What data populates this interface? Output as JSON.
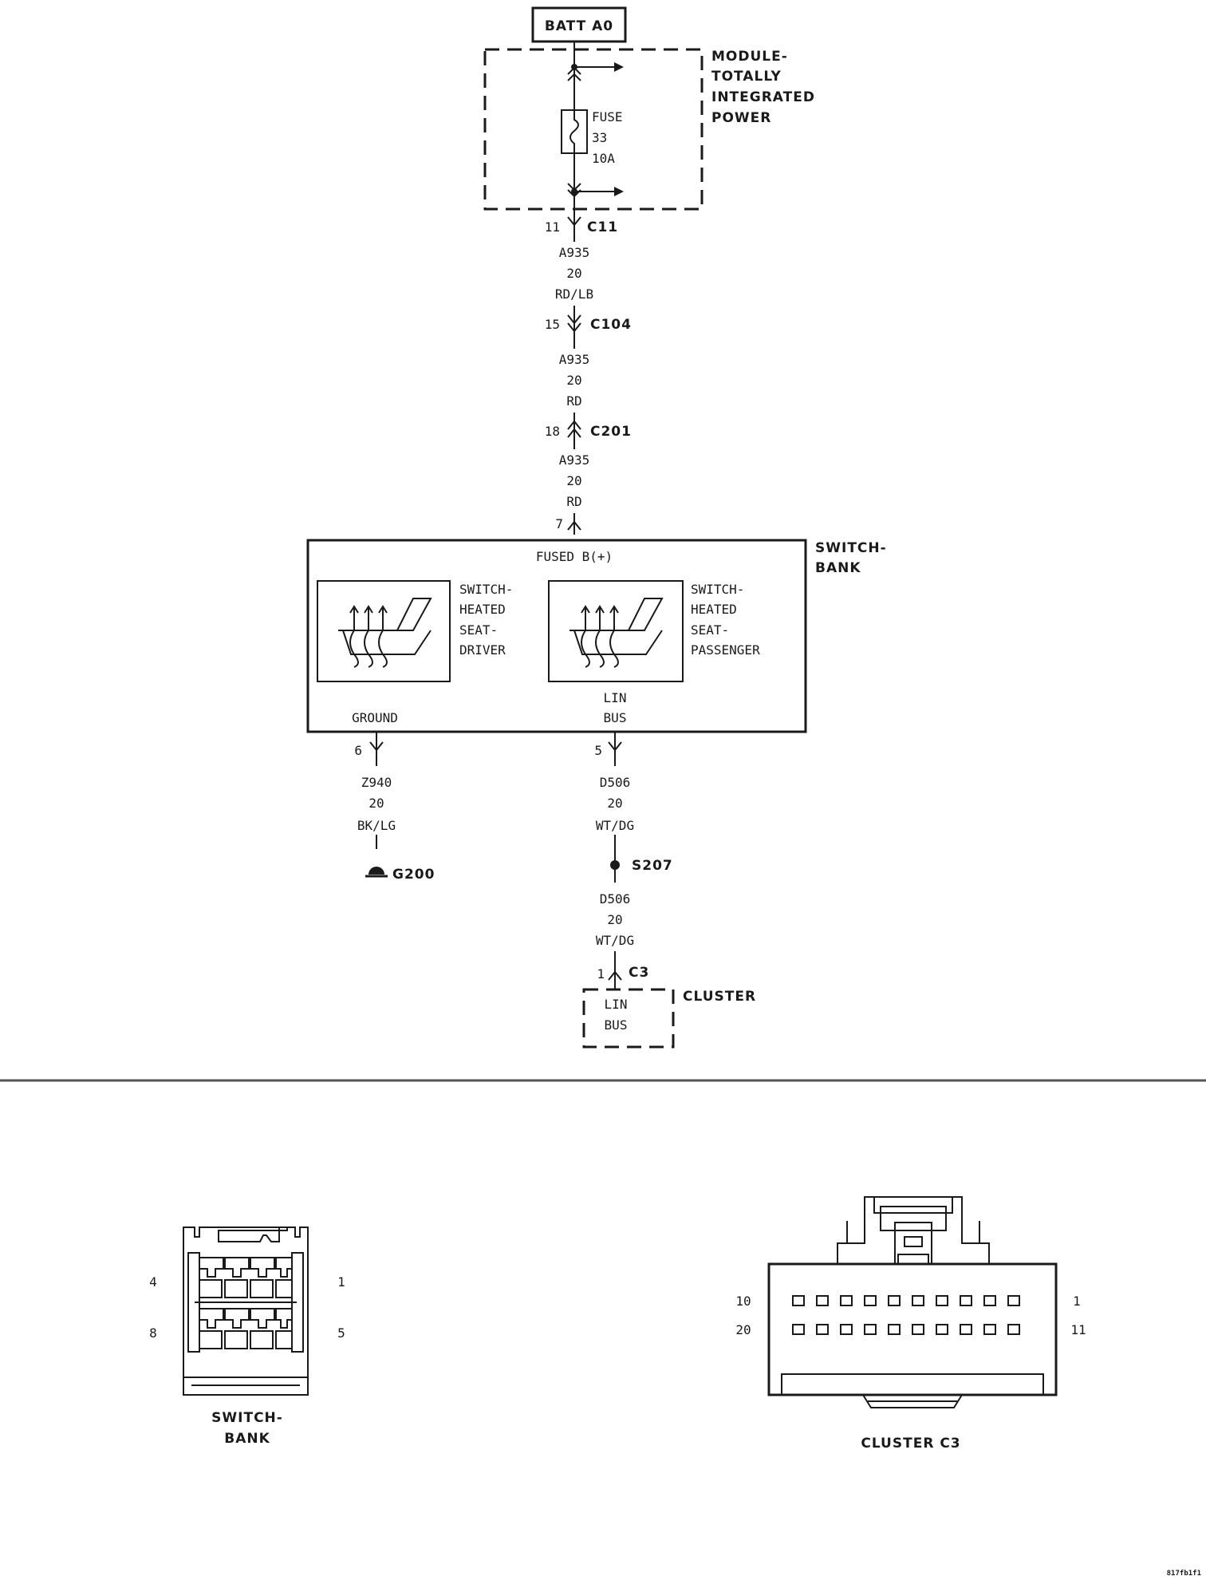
{
  "power_source": {
    "label": "BATT A0"
  },
  "tipm": {
    "title_lines": [
      "MODULE-",
      "TOTALLY",
      "INTEGRATED",
      "POWER"
    ],
    "fuse": {
      "label": "FUSE",
      "number": "33",
      "rating": "10A"
    }
  },
  "connectors": {
    "c11": {
      "pin": "11",
      "name": "C11"
    },
    "c104": {
      "pin": "15",
      "name": "C104"
    },
    "c201": {
      "pin": "18",
      "name": "C201"
    },
    "sb_pin7": {
      "pin": "7"
    },
    "sb_pin6": {
      "pin": "6"
    },
    "sb_pin5": {
      "pin": "5"
    },
    "c3": {
      "pin": "1",
      "name": "C3"
    }
  },
  "wires": {
    "seg1": [
      "A935",
      "20",
      "RD/LB"
    ],
    "seg2": [
      "A935",
      "20",
      "RD"
    ],
    "seg3": [
      "A935",
      "20",
      "RD"
    ],
    "ground_wire": [
      "Z940",
      "20",
      "BK/LG"
    ],
    "lin_wire_1": [
      "D506",
      "20",
      "WT/DG"
    ],
    "lin_wire_2": [
      "D506",
      "20",
      "WT/DG"
    ]
  },
  "switch_bank": {
    "title_lines": [
      "SWITCH-",
      "BANK"
    ],
    "fused_label": "FUSED B(+)",
    "driver_lines": [
      "SWITCH-",
      "HEATED",
      "SEAT-",
      "DRIVER"
    ],
    "passenger_lines": [
      "SWITCH-",
      "HEATED",
      "SEAT-",
      "PASSENGER"
    ],
    "ground_label": "GROUND",
    "lin_bus_lines": [
      "LIN",
      "BUS"
    ]
  },
  "ground": {
    "name": "G200"
  },
  "splice": {
    "name": "S207"
  },
  "cluster": {
    "title": "CLUSTER",
    "lin_bus_lines": [
      "LIN",
      "BUS"
    ]
  },
  "connector_views": {
    "switch_bank": {
      "caption_lines": [
        "SWITCH-",
        "BANK"
      ],
      "pin_labels": {
        "top_left": "4",
        "top_right": "1",
        "bottom_left": "8",
        "bottom_right": "5"
      }
    },
    "cluster": {
      "caption": "CLUSTER C3",
      "pin_labels": {
        "top_left": "10",
        "top_right": "1",
        "bottom_left": "20",
        "bottom_right": "11"
      }
    }
  },
  "figure_code": "817fb1f1"
}
